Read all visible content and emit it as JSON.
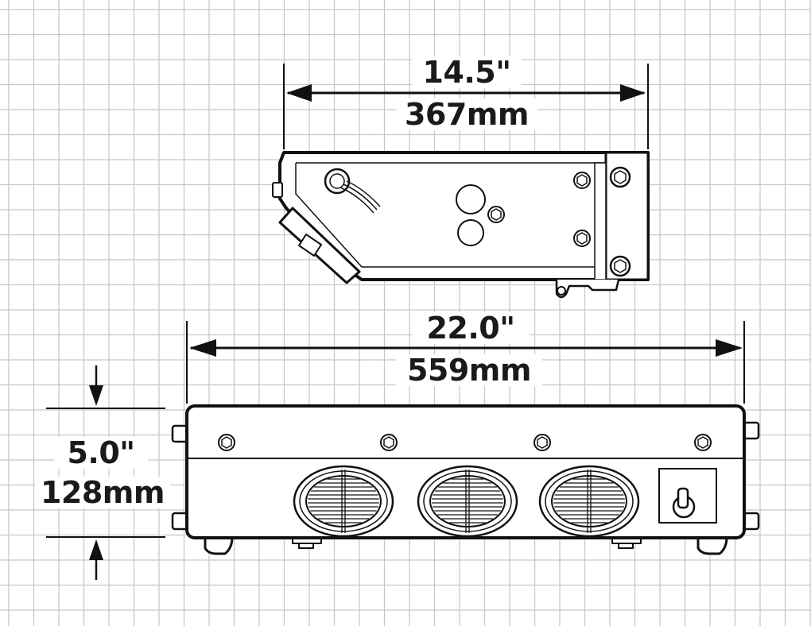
{
  "top_view": {
    "width_in": "14.5\"",
    "width_mm": "367mm"
  },
  "front_view": {
    "width_in": "22.0\"",
    "width_mm": "559mm",
    "height_in": "5.0\"",
    "height_mm": "128mm",
    "fan_grilles": 3,
    "top_screws": 4
  },
  "colors": {
    "line": "#111111",
    "grid": "#c8c8c8",
    "background": "#ffffff"
  }
}
